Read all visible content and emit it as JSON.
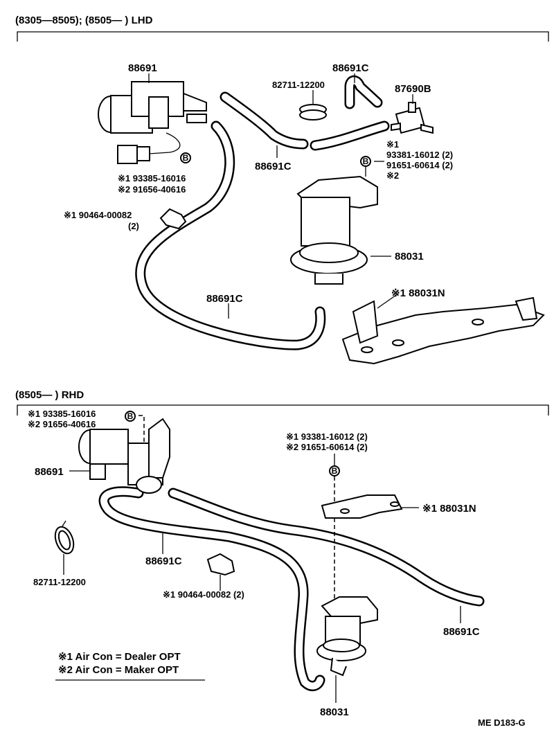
{
  "lhd": {
    "header": "(8305—8505); (8505—          ) LHD",
    "labels": {
      "solenoid": "88691",
      "hose_top": "88691C",
      "clamp": "82711-12200",
      "vtv": "87690B",
      "hose_mid": "88691C",
      "bolt_r1": "※1",
      "bolt_r2": "93381-16012 (2)",
      "bolt_r3": "91651-60614 (2)",
      "bolt_r4": "※2",
      "bolt_l1": "※1 93385-16016",
      "bolt_l2": "※2 91656-40616",
      "clip1": "※1 90464-00082",
      "clip2": "(2)",
      "actuator": "88031",
      "hose_long": "88691C",
      "bracket": "※1 88031N"
    }
  },
  "rhd": {
    "header": "(8505—          ) RHD",
    "labels": {
      "bolt_l1": "※1 93385-16016",
      "bolt_l2": "※2 91656-40616",
      "solenoid": "88691",
      "bolt_r1": "※1 93381-16012 (2)",
      "bolt_r2": "※2 91651-60614 (2)",
      "bracket": "※1 88031N",
      "clamp": "82711-12200",
      "hose_left": "88691C",
      "clip": "※1 90464-00082 (2)",
      "hose_right": "88691C",
      "actuator": "88031"
    }
  },
  "legend": {
    "line1": "※1 Air Con = Dealer OPT",
    "line2": "※2 Air Con = Maker OPT"
  },
  "bolt_symbol": "B",
  "footer_code": "ME  D183-G"
}
